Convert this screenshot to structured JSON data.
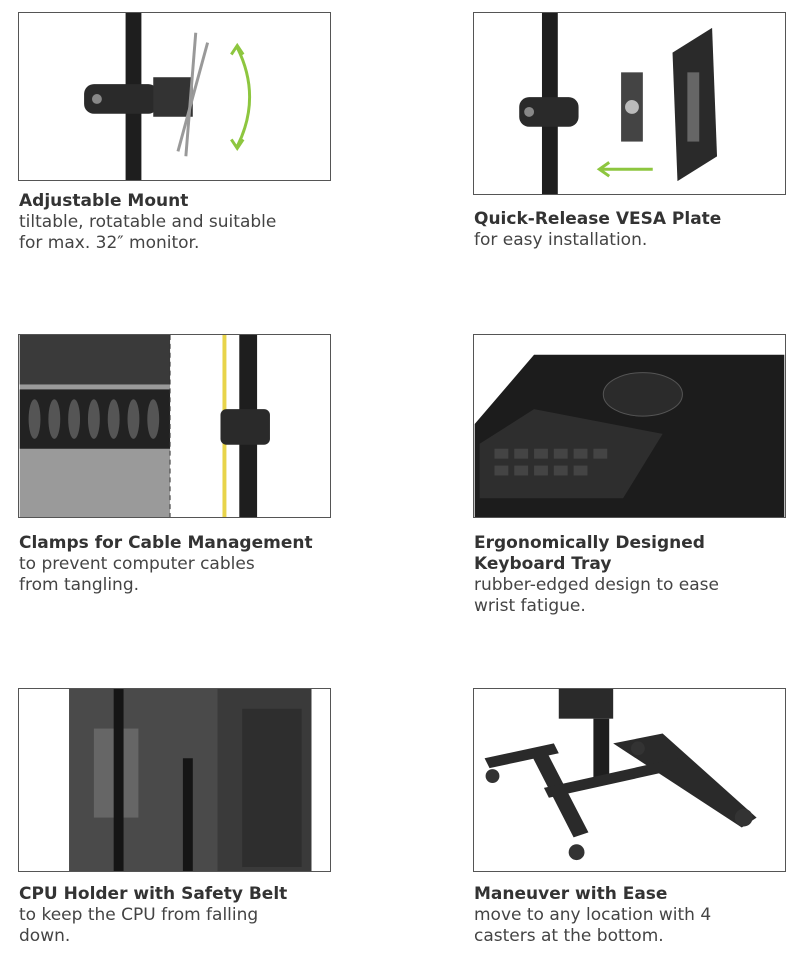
{
  "features": [
    {
      "title": "Adjustable Mount",
      "desc": [
        "tiltable, rotatable and suitable",
        "for max. 32″ monitor."
      ]
    },
    {
      "title": "Quick-Release VESA Plate",
      "desc": [
        "for easy installation."
      ]
    },
    {
      "title": "Clamps for Cable Management",
      "desc": [
        "to prevent computer cables",
        "from tangling."
      ]
    },
    {
      "title": "Ergonomically Designed",
      "title2": "Keyboard Tray",
      "desc": [
        "rubber-edged design to ease",
        "wrist fatigue."
      ]
    },
    {
      "title": "CPU Holder with Safety Belt",
      "desc": [
        "to keep the CPU from falling",
        "down."
      ]
    },
    {
      "title": "Maneuver with Ease",
      "desc": [
        "move to any location with 4",
        "casters at the bottom."
      ]
    }
  ],
  "colors": {
    "accent": "#8dc63f",
    "pole": "#1e1e1e"
  }
}
